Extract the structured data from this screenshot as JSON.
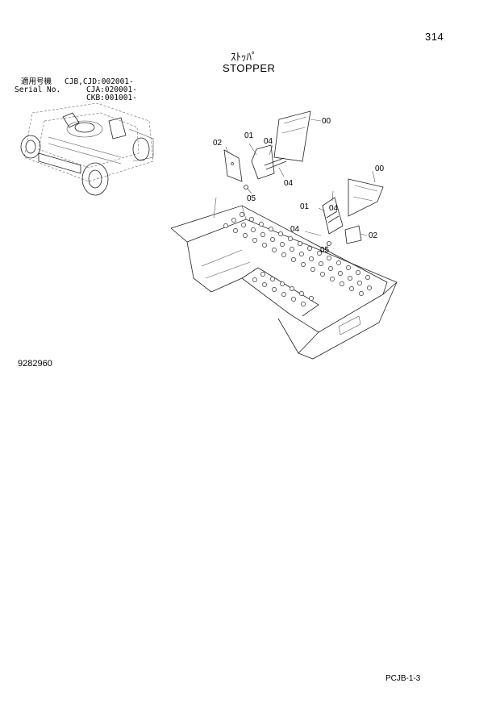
{
  "page_number": "314",
  "title_jp": "ｽﾄｯﾊﾟ",
  "title_en": "STOPPER",
  "serial": {
    "label_jp": "適用号機",
    "label_en": "Serial No.",
    "values": [
      "CJB,CJD:002001-",
      "CJA:020001-",
      "CKB:001001-"
    ]
  },
  "callouts": {
    "c00_top": "00",
    "c01_top": "01",
    "c02_left": "02",
    "c04_a": "04",
    "c04_b": "04",
    "c05_left": "05",
    "c00_right": "00",
    "c01_right": "01",
    "c04_c": "04",
    "c04_d": "04",
    "c05_right": "05",
    "c02_right": "02"
  },
  "doc_number": "9282960",
  "footer_code": "PCJB-1-3"
}
